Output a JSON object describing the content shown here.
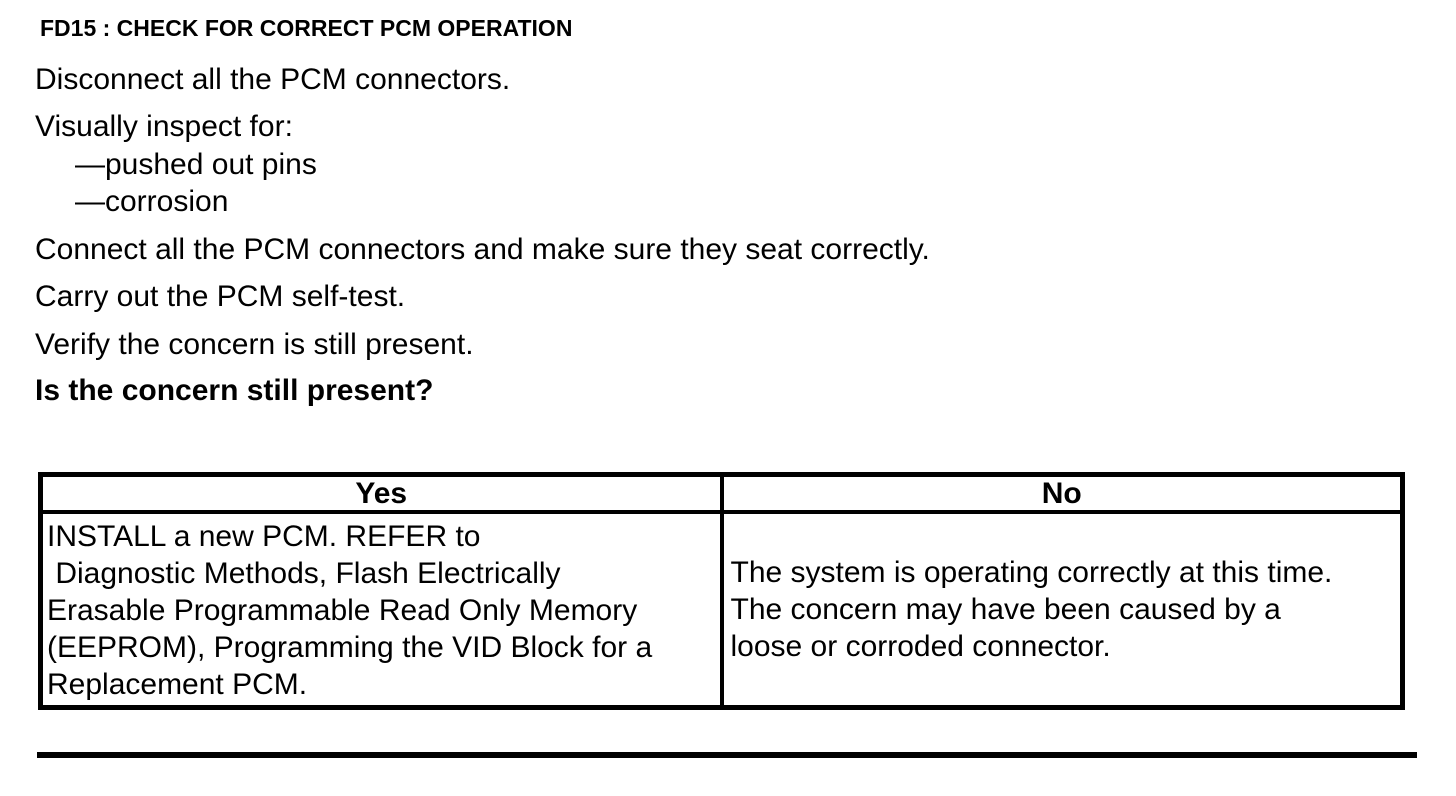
{
  "procedure": {
    "title": "FD15 : CHECK FOR CORRECT PCM OPERATION",
    "steps": {
      "disconnect": "Disconnect all the PCM connectors.",
      "inspect_intro": "Visually inspect for:",
      "inspect_pins": "—pushed out pins",
      "inspect_corrosion": "—corrosion",
      "connect": "Connect all the PCM connectors and make sure they seat correctly.",
      "self_test": "Carry out the PCM self-test.",
      "verify": "Verify the concern is still present.",
      "question": "Is the concern still present?"
    }
  },
  "results_table": {
    "yes_header": "Yes",
    "no_header": "No",
    "yes_action": "INSTALL a new PCM. REFER to\n Diagnostic Methods, Flash Electrically\nErasable Programmable Read Only Memory\n(EEPROM), Programming the VID Block for a\nReplacement PCM.",
    "no_action": "The system is operating correctly at this time.\nThe concern may have been caused by a\nloose or corroded connector."
  },
  "colors": {
    "text": "#000000",
    "background": "#ffffff"
  }
}
